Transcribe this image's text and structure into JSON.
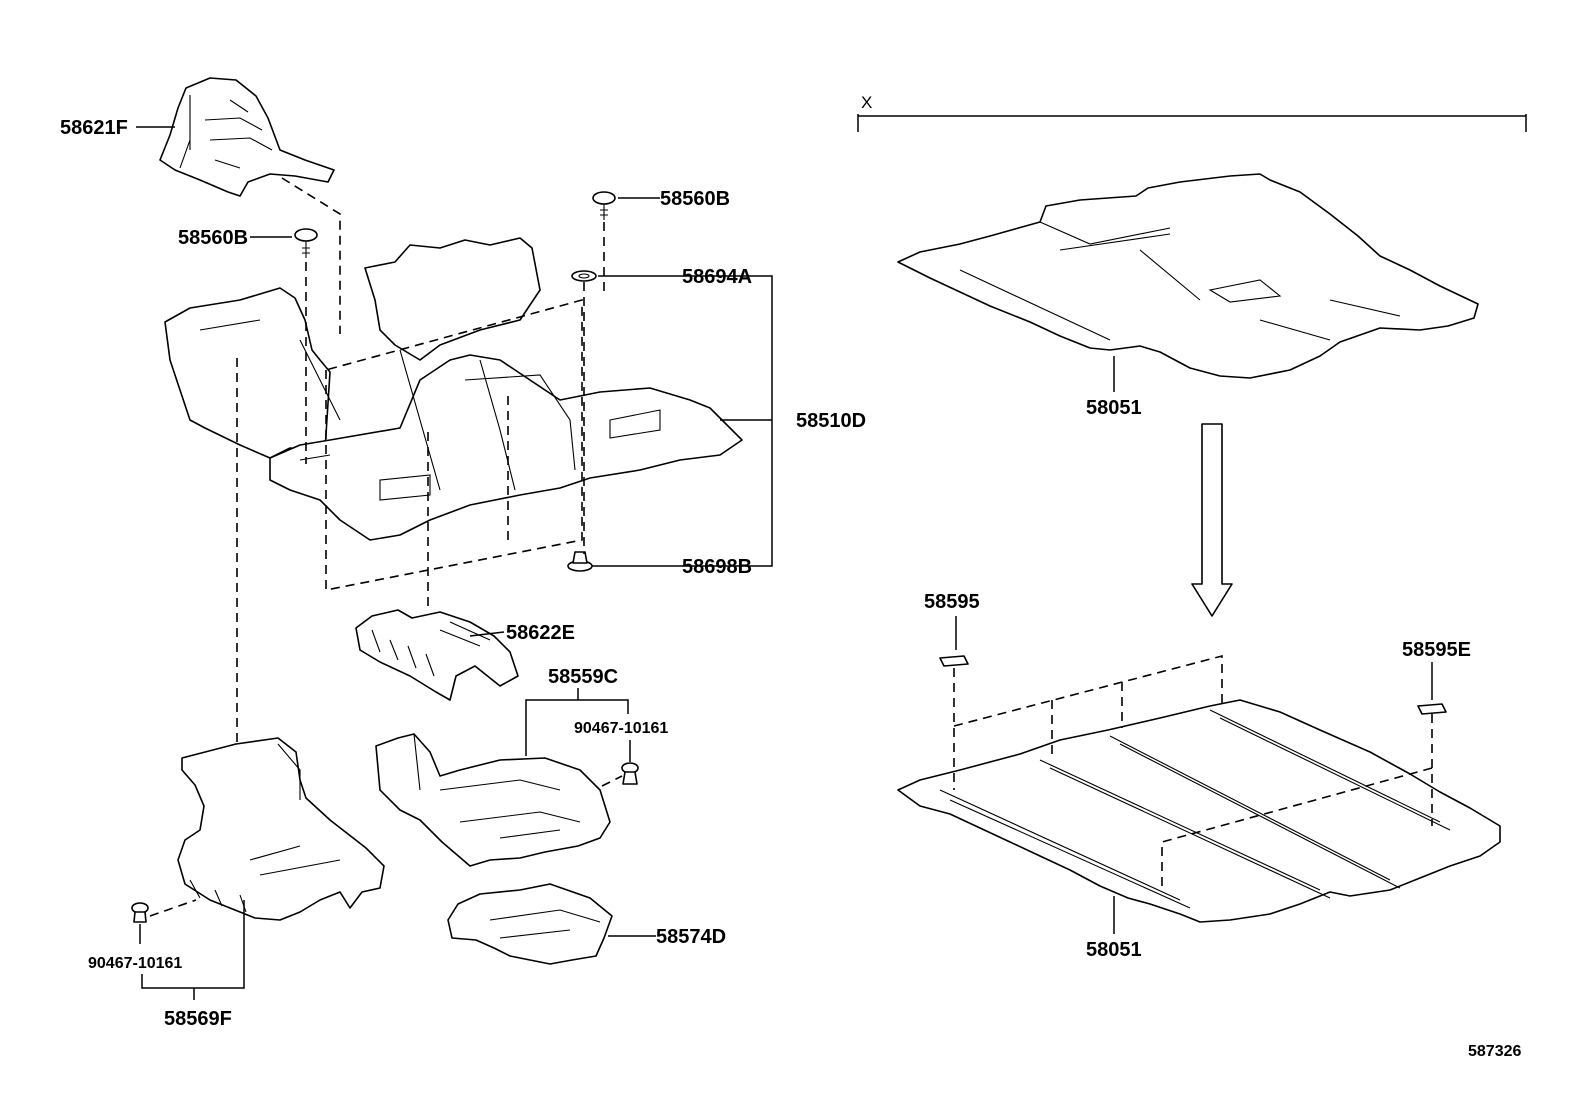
{
  "diagram": {
    "figure_id": "587326",
    "group_marker": "X",
    "parts": {
      "p58621F": "58621F",
      "p58560B_left": "58560B",
      "p58560B_right": "58560B",
      "p58694A": "58694A",
      "p58510D": "58510D",
      "p58698B": "58698B",
      "p58622E": "58622E",
      "p58559C": "58559C",
      "p90467_upper": "90467-10161",
      "p90467_lower": "90467-10161",
      "p58569F": "58569F",
      "p58574D": "58574D",
      "p58051_top": "58051",
      "p58051_bottom": "58051",
      "p58595": "58595",
      "p58595E": "58595E"
    }
  }
}
